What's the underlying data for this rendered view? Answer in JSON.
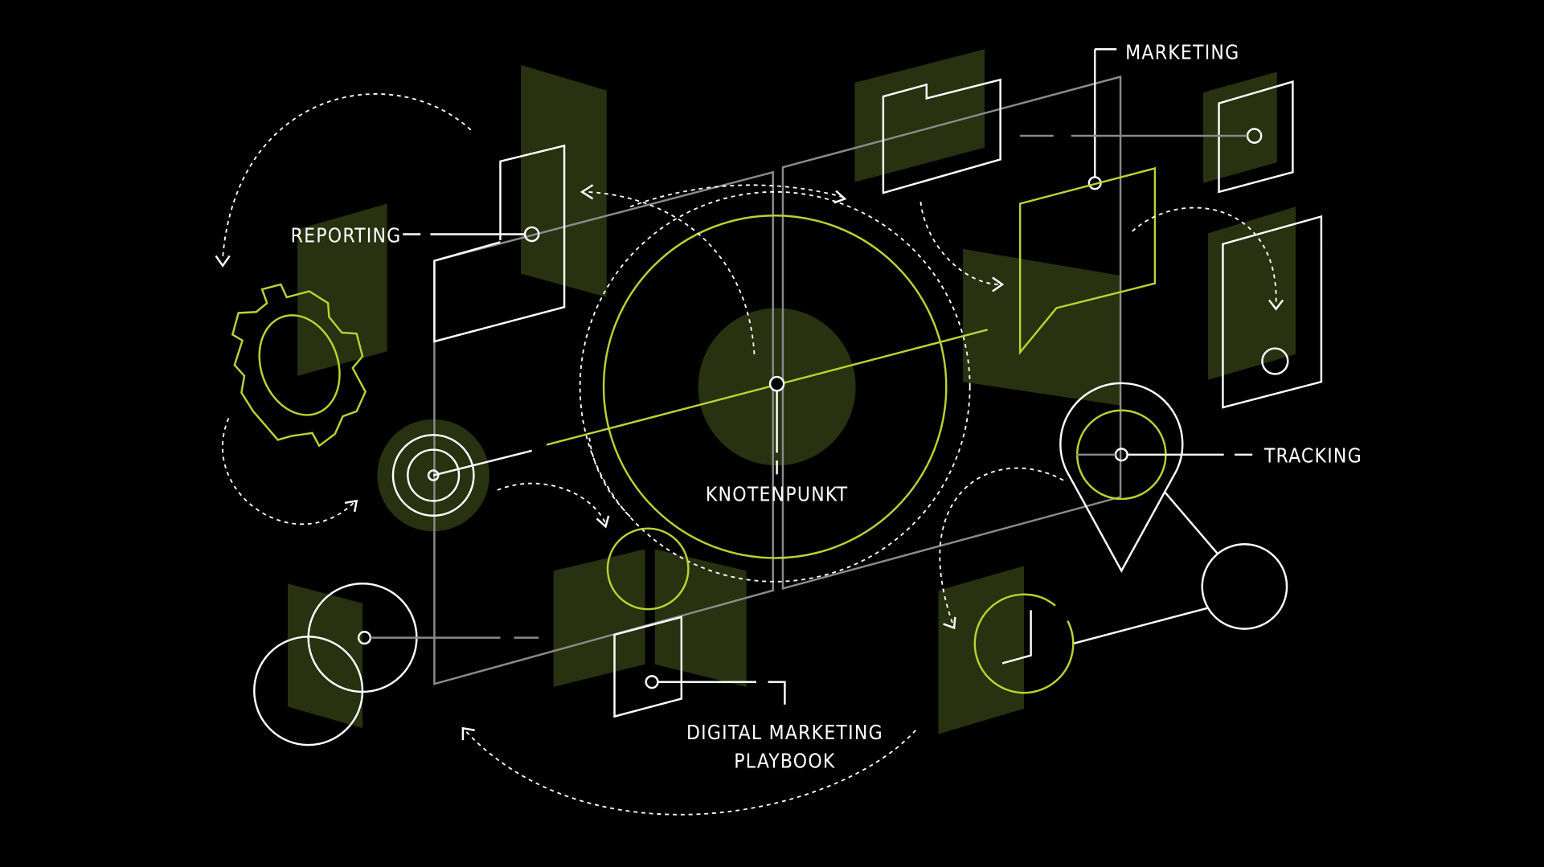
{
  "labels": {
    "marketing": "MARKETING",
    "reporting": "REPORTING",
    "knotenpunkt": "KNOTENPUNKT",
    "tracking": "TRACKING",
    "playbook_line1": "DIGITAL MARKETING",
    "playbook_line2": "PLAYBOOK"
  },
  "colors": {
    "background": "#000000",
    "accent": "#b7d432",
    "fill": "#283110",
    "line": "#ffffff"
  }
}
